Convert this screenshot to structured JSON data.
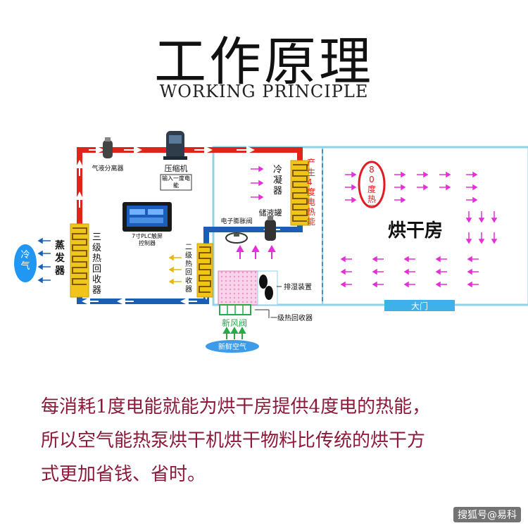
{
  "header": {
    "title": "工作原理",
    "subtitle": "WORKING PRINCIPLE"
  },
  "diagram": {
    "labels": {
      "gas_liquid_separator": "气液分离器",
      "compressor": "压缩机",
      "input_energy": "输入一度电能",
      "plc": "7寸PLC触屏控制器",
      "evaporator": "蒸发器",
      "third_recovery": "三级热回收器",
      "second_recovery": "二级热回收器",
      "condenser": "冷凝器",
      "produce_heat": "产生4度电热能",
      "expansion_valve": "电子膨胀阀",
      "receiver": "储液罐",
      "dehumid": "排湿装置",
      "first_recovery": "一级热回收器",
      "fresh_air_valve": "新风阀",
      "fresh_air": "新鲜空气",
      "cold_air": "冷气",
      "hot_air": "80度热风",
      "drying_room": "烘干房",
      "door": "大门"
    },
    "colors": {
      "hot_pipe": "#e0231c",
      "cold_pipe": "#1a5fb4",
      "room_border": "#8fd3ea",
      "magenta": "#e62fd6",
      "coil": "#f0c419",
      "cold_badge": "#2196f3",
      "hot_badge": "#e01b24"
    }
  },
  "description": {
    "line1": "每消耗1度电能就能为烘干房提供4度电的热能，",
    "line2": "所以空气能热泵烘干机烘干物料比传统的烘干方",
    "line3": "式更加省钱、省时。"
  },
  "watermark": "搜狐号@易科"
}
